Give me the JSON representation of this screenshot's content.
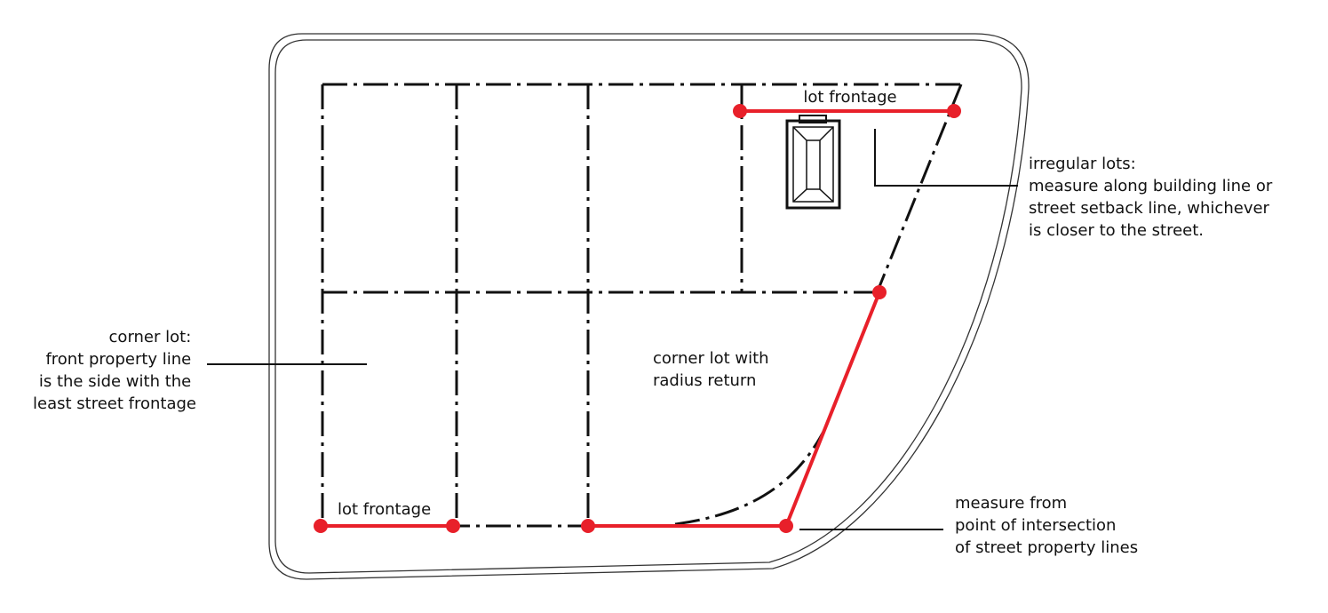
{
  "labels": {
    "top_frontage": "lot frontage",
    "bottom_frontage": "lot frontage",
    "irregular": [
      "irregular lots:",
      "measure along building line or",
      "street setback line, whichever",
      "is closer to the street."
    ],
    "corner_lot": [
      "corner lot:",
      "front property line",
      "is the side with the",
      "least street frontage"
    ],
    "radius_lot": [
      "corner lot with",
      "radius return"
    ],
    "measure_from": [
      "measure from",
      "point of intersection",
      "of street property lines"
    ]
  },
  "colors": {
    "line": "#111111",
    "frontage": "#e8202a",
    "background": "#ffffff"
  }
}
